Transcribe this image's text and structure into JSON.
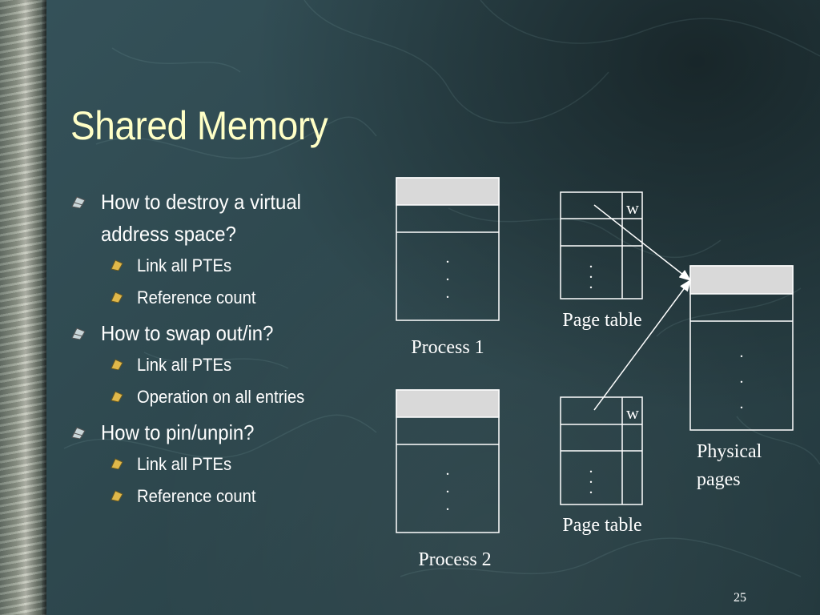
{
  "slide": {
    "title": "Shared Memory",
    "page_number": "25",
    "bullets": [
      {
        "text_lines": [
          "How to destroy a virtual",
          "address space?"
        ],
        "sub": [
          "Link all PTEs",
          "Reference count"
        ]
      },
      {
        "text_lines": [
          "How to swap out/in?"
        ],
        "sub": [
          "Link all PTEs",
          "Operation on all entries"
        ]
      },
      {
        "text_lines": [
          "How to pin/unpin?"
        ],
        "sub": [
          "Link all PTEs",
          "Reference count"
        ]
      }
    ]
  },
  "diagram": {
    "process1_label": "Process 1",
    "process2_label": "Process 2",
    "page_table1_label": "Page table",
    "page_table2_label": "Page table",
    "pt1_flag": "w",
    "pt2_flag": "w",
    "physical_label_line1": "Physical",
    "physical_label_line2": "pages",
    "dot": "."
  },
  "colors": {
    "title": "#ffffc6",
    "text": "#ffffff",
    "box_fill_header": "#d9d9d9"
  }
}
